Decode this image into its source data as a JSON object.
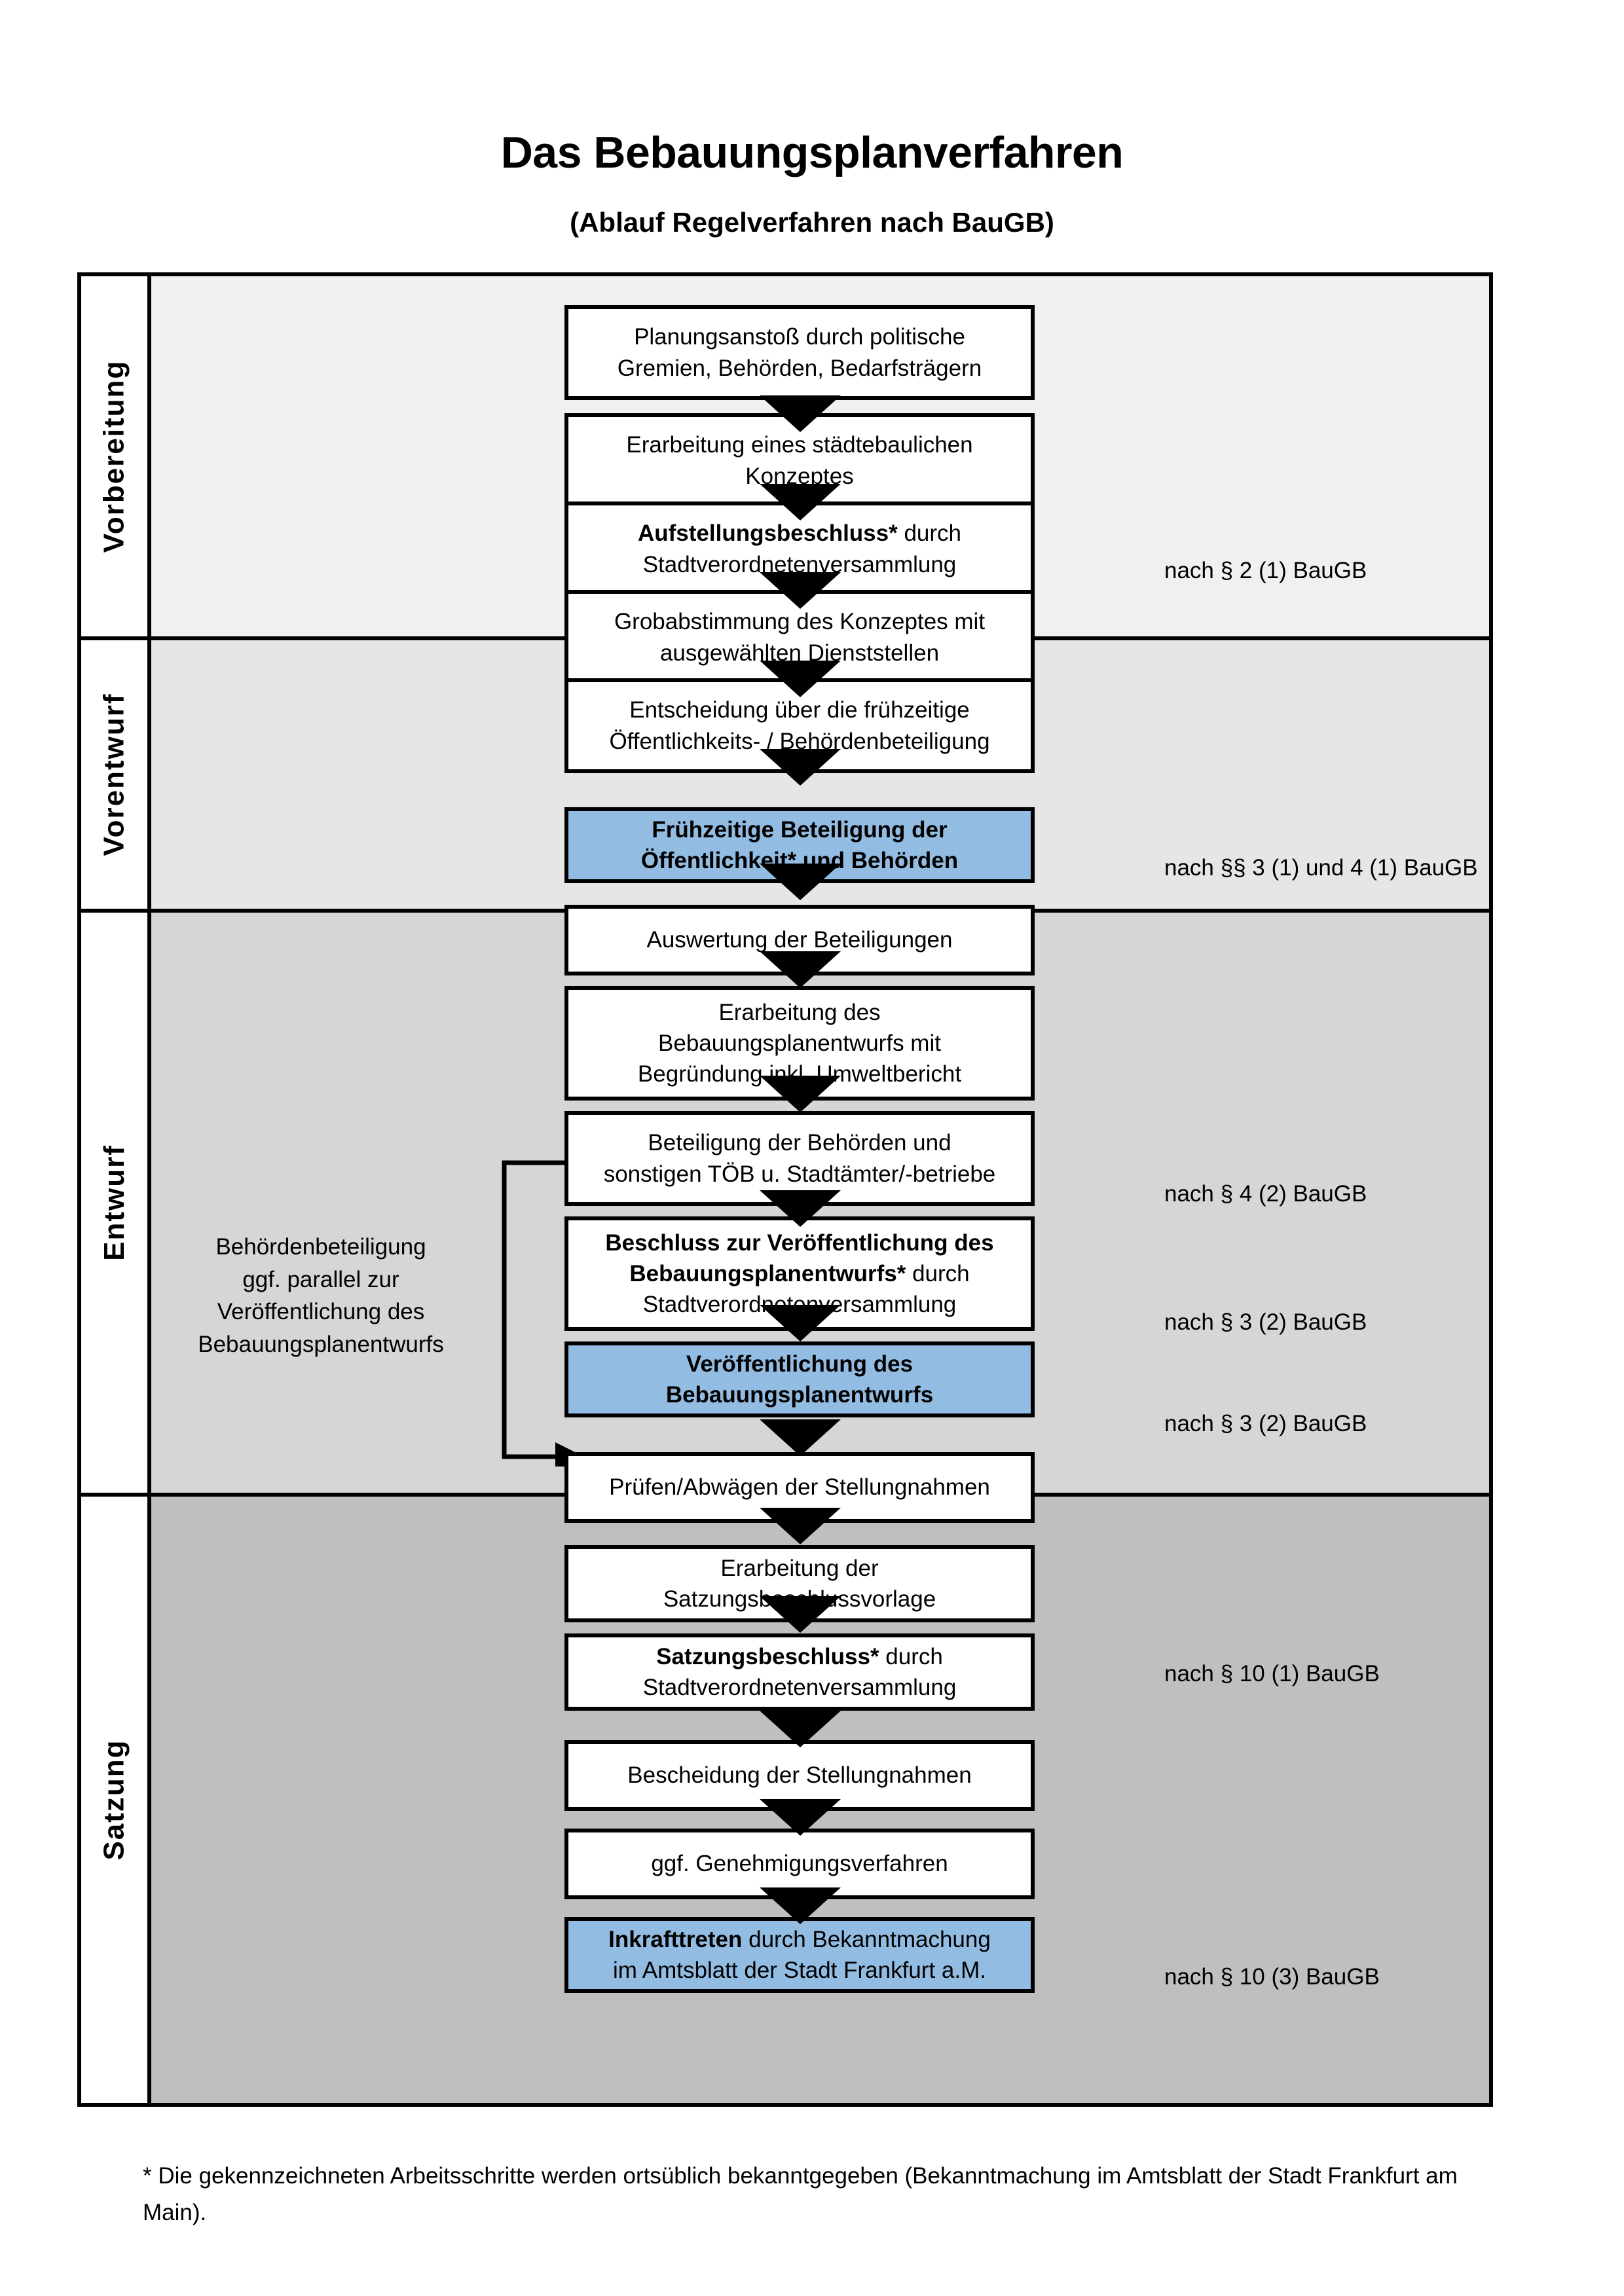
{
  "title": {
    "main": "Das Bebauungsplanverfahren",
    "sub": "(Ablauf Regelverfahren nach BauGB)"
  },
  "colors": {
    "highlight_box": "#93BCE3",
    "band_vorbereitung": "#F0F0F0",
    "band_vorentwurf": "#E6E6E6",
    "band_entwurf": "#D6D6D6",
    "band_satzung": "#BFBFBF",
    "outline": "#000000"
  },
  "phases": [
    {
      "label": "Vorbereitung",
      "fill": "#F0F0F0"
    },
    {
      "label": "Vorentwurf",
      "fill": "#E6E6E6"
    },
    {
      "label": "Entwurf",
      "fill": "#D6D6D6"
    },
    {
      "label": "Satzung",
      "fill": "#BFBFBF"
    }
  ],
  "steps": [
    {
      "id": "planungsanstoss",
      "lines": [
        {
          "t": "Planungsanstoß durch politische",
          "bold": false
        },
        {
          "t": "Gremien, Behörden, Bedarfsträgern",
          "bold": false
        }
      ],
      "highlight": false
    },
    {
      "id": "staedtebauliches-konzept",
      "lines": [
        {
          "t": "Erarbeitung eines städtebaulichen",
          "bold": false
        },
        {
          "t": "Konzeptes",
          "bold": false
        }
      ],
      "highlight": false
    },
    {
      "id": "aufstellungsbeschluss",
      "lines": [
        {
          "t": "Aufstellungsbeschluss*",
          "bold": true
        },
        {
          "t": " durch",
          "bold": false
        },
        {
          "t": "Stadtverordnetenversammlung",
          "bold": false
        }
      ],
      "highlight": false
    },
    {
      "id": "grobabstimmung",
      "lines": [
        {
          "t": "Grobabstimmung des Konzeptes mit",
          "bold": false
        },
        {
          "t": "ausgewählten Dienststellen",
          "bold": false
        }
      ],
      "highlight": false
    },
    {
      "id": "entscheidung-fruehzeitig",
      "lines": [
        {
          "t": "Entscheidung über die frühzeitige",
          "bold": false
        },
        {
          "t": "Öffentlichkeits- / Behördenbeteiligung",
          "bold": false
        }
      ],
      "highlight": false
    },
    {
      "id": "fruehzeitige-beteiligung",
      "lines": [
        {
          "t": "Frühzeitige Beteiligung der",
          "bold": true
        },
        {
          "t": "Öffentlichkeit* und Behörden",
          "bold": true
        }
      ],
      "highlight": true
    },
    {
      "id": "auswertung",
      "lines": [
        {
          "t": "Auswertung der Beteiligungen",
          "bold": false
        }
      ],
      "highlight": false
    },
    {
      "id": "erarbeitung-entwurf",
      "lines": [
        {
          "t": "Erarbeitung des",
          "bold": false
        },
        {
          "t": "Bebauungsplanentwurfs mit",
          "bold": false
        },
        {
          "t": "Begründung inkl. Umweltbericht",
          "bold": false
        }
      ],
      "highlight": false
    },
    {
      "id": "beteiligung-behoerden",
      "lines": [
        {
          "t": "Beteiligung der Behörden und",
          "bold": false
        },
        {
          "t": "sonstigen TÖB u. Stadtämter/-betriebe",
          "bold": false
        }
      ],
      "highlight": false
    },
    {
      "id": "beschluss-veroeffentlichung",
      "lines": [
        {
          "t": "Beschluss zur Veröffentlichung des",
          "bold": true
        },
        {
          "t": "Bebauungsplanentwurfs*",
          "bold": true
        },
        {
          "t": " durch",
          "bold": false
        },
        {
          "t": "Stadtverordnetenversammlung",
          "bold": false
        }
      ],
      "highlight": false
    },
    {
      "id": "veroeffentlichung",
      "lines": [
        {
          "t": "Veröffentlichung des",
          "bold": true
        },
        {
          "t": "Bebauungsplanentwurfs",
          "bold": true
        }
      ],
      "highlight": true
    },
    {
      "id": "pruefen-abwaegen",
      "lines": [
        {
          "t": "Prüfen/Abwägen der Stellungnahmen",
          "bold": false
        }
      ],
      "highlight": false
    },
    {
      "id": "satzungsbeschlussvorlage",
      "lines": [
        {
          "t": "Erarbeitung der",
          "bold": false
        },
        {
          "t": "Satzungsbeschlussvorlage",
          "bold": false
        }
      ],
      "highlight": false
    },
    {
      "id": "satzungsbeschluss",
      "lines": [
        {
          "t": "Satzungsbeschluss*",
          "bold": true
        },
        {
          "t": " durch",
          "bold": false
        },
        {
          "t": "Stadtverordnetenversammlung",
          "bold": false
        }
      ],
      "highlight": false
    },
    {
      "id": "bescheidung",
      "lines": [
        {
          "t": "Bescheidung der Stellungnahmen",
          "bold": false
        }
      ],
      "highlight": false
    },
    {
      "id": "genehmigungsverfahren",
      "lines": [
        {
          "t": "ggf. Genehmigungsverfahren",
          "bold": false
        }
      ],
      "highlight": false
    },
    {
      "id": "inkrafttreten",
      "lines": [
        {
          "t": "Inkrafttreten",
          "bold": true
        },
        {
          "t": " durch Bekanntmachung",
          "bold": false
        },
        {
          "t": "im Amtsblatt der Stadt Frankfurt a.M.",
          "bold": false
        }
      ],
      "highlight": true
    }
  ],
  "step_text": {
    "planungsanstoss_l1": "Planungsanstoß durch politische",
    "planungsanstoss_l2": "Gremien, Behörden, Bedarfsträgern",
    "konzept_l1": "Erarbeitung eines städtebaulichen",
    "konzept_l2": "Konzeptes",
    "aufstellung_b": "Aufstellungsbeschluss*",
    "aufstellung_rest": " durch",
    "aufstellung_l2": "Stadtverordnetenversammlung",
    "grob_l1": "Grobabstimmung des Konzeptes mit",
    "grob_l2": "ausgewählten Dienststellen",
    "entscheid_l1": "Entscheidung über die frühzeitige",
    "entscheid_l2": "Öffentlichkeits- / Behördenbeteiligung",
    "fruehbet_l1": "Frühzeitige Beteiligung der",
    "fruehbet_l2": "Öffentlichkeit* und Behörden",
    "auswertung_l1": "Auswertung der Beteiligungen",
    "erarbeitung_l1": "Erarbeitung des",
    "erarbeitung_l2": "Bebauungsplanentwurfs mit",
    "erarbeitung_l3": "Begründung inkl. Umweltbericht",
    "behoerden_l1": "Beteiligung der Behörden und",
    "behoerden_l2": "sonstigen TÖB u. Stadtämter/-betriebe",
    "beschluss_b1": "Beschluss zur Veröffentlichung des",
    "beschluss_b2": "Bebauungsplanentwurfs*",
    "beschluss_rest": " durch",
    "beschluss_l3": "Stadtverordnetenversammlung",
    "veroeff_l1": "Veröffentlichung des",
    "veroeff_l2": "Bebauungsplanentwurfs",
    "pruefen_l1": "Prüfen/Abwägen der Stellungnahmen",
    "satzvorlage_l1": "Erarbeitung der",
    "satzvorlage_l2": "Satzungsbeschlussvorlage",
    "satzbeschluss_b": "Satzungsbeschluss*",
    "satzbeschluss_rest": " durch",
    "satzbeschluss_l2": "Stadtverordnetenversammlung",
    "bescheidung_l1": "Bescheidung der Stellungnahmen",
    "genehmigung_l1": "ggf. Genehmigungsverfahren",
    "inkraft_b": "Inkrafttreten",
    "inkraft_rest": " durch Bekanntmachung",
    "inkraft_l2": "im Amtsblatt der Stadt Frankfurt a.M."
  },
  "legal_refs": [
    {
      "id": "ref-2-1",
      "text": "nach § 2 (1) BauGB"
    },
    {
      "id": "ref-3-1-4-1",
      "text": "nach §§ 3 (1) und 4 (1) BauGB"
    },
    {
      "id": "ref-4-2",
      "text": "nach § 4 (2) BauGB"
    },
    {
      "id": "ref-3-2-a",
      "text": "nach § 3 (2) BauGB"
    },
    {
      "id": "ref-3-2-b",
      "text": "nach § 3 (2) BauGB"
    },
    {
      "id": "ref-10-1",
      "text": "nach § 10 (1) BauGB"
    },
    {
      "id": "ref-10-3",
      "text": "nach § 10 (3) BauGB"
    }
  ],
  "side_note": {
    "l1": "Behördenbeteiligung",
    "l2": "ggf. parallel zur",
    "l3": "Veröffentlichung des",
    "l4": "Bebauungsplanentwurfs"
  },
  "footnote": "* Die gekennzeichneten Arbeitsschritte werden ortsüblich bekanntgegeben (Bekanntmachung im Amtsblatt  der Stadt Frankfurt am Main)."
}
